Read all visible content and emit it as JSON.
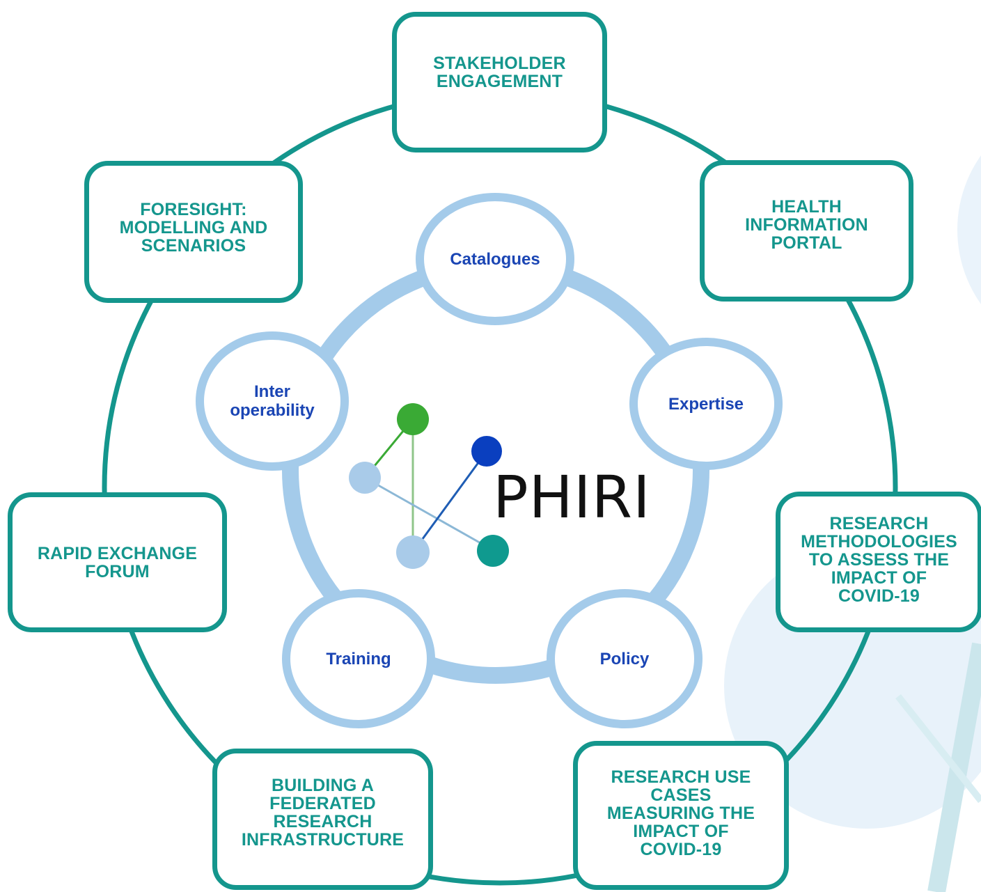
{
  "outer_boxes": {
    "stakeholder": "STAKEHOLDER\nENGAGEMENT",
    "health_portal": "HEALTH\nINFORMATION\nPORTAL",
    "research_methodologies": "RESEARCH\nMETHODOLOGIES\nTO ASSESS THE\nIMPACT OF\nCOVID-19",
    "research_use_cases": "RESEARCH USE\nCASES\nMEASURING THE\nIMPACT OF\nCOVID-19",
    "federated_infrastructure": "BUILDING A\nFEDERATED\nRESEARCH\nINFRASTRUCTURE",
    "rapid_exchange": "RAPID EXCHANGE\nFORUM",
    "foresight": "FORESIGHT:\nMODELLING AND\nSCENARIOS"
  },
  "inner_nodes": {
    "catalogues": "Catalogues",
    "expertise": "Expertise",
    "policy": "Policy",
    "training": "Training",
    "interoperability": "Inter\noperability"
  },
  "logo": {
    "text": "PHIRI",
    "dot_colors": {
      "green": "#3aaa35",
      "blue": "#0a3fbf",
      "teal": "#0f9a8f",
      "light_blue": "#a9cbe9"
    }
  },
  "colors": {
    "teal": "#14968d",
    "light_blue_ring": "#a4cbea",
    "node_text": "#1a45b4"
  }
}
